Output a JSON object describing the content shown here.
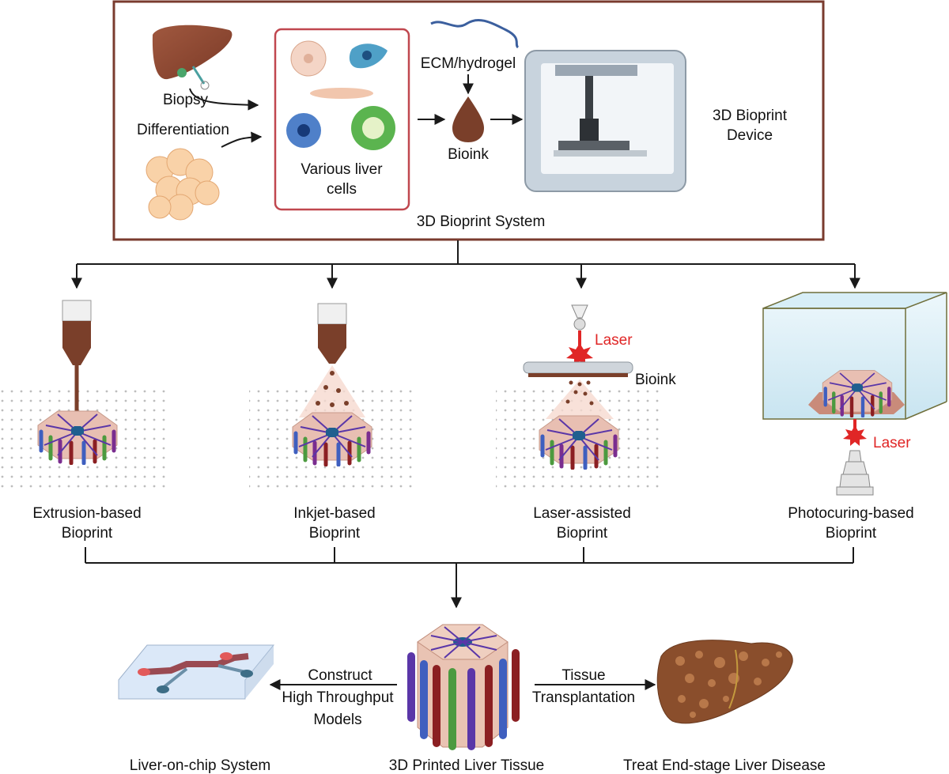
{
  "system": {
    "title": "3D Bioprint System",
    "biopsy": "Biopsy",
    "differentiation": "Differentiation",
    "cells_line1": "Various liver",
    "cells_line2": "cells",
    "ecm": "ECM/hydrogel",
    "bioink": "Bioink",
    "device_line1": "3D Bioprint",
    "device_line2": "Device"
  },
  "methods": [
    {
      "line1": "Extrusion-based",
      "line2": "Bioprint"
    },
    {
      "line1": "Inkjet-based",
      "line2": "Bioprint"
    },
    {
      "line1": "Laser-assisted",
      "line2": "Bioprint"
    },
    {
      "line1": "Photocuring-based",
      "line2": "Bioprint"
    }
  ],
  "laser_label": "Laser",
  "bioink_label": "Bioink",
  "outputs": {
    "tissue": "3D Printed Liver Tissue",
    "chip": "Liver-on-chip System",
    "treat": "Treat End-stage Liver Disease",
    "construct_line1": "Construct",
    "construct_line2": "High Throughput",
    "construct_line3": "Models",
    "transplant_line1": "Tissue",
    "transplant_line2": "Transplantation"
  },
  "colors": {
    "frame": "#7a3b2e",
    "cells_box": "#c0474f",
    "bioink": "#7a3f2a",
    "laser": "#e02626",
    "arrow": "#1a1a1a"
  }
}
